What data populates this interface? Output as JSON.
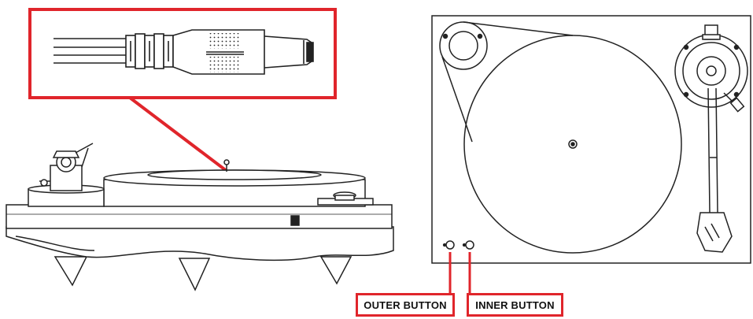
{
  "labels": {
    "outer_button": "OUTER BUTTON",
    "inner_button": "INNER BUTTON"
  },
  "colors": {
    "callout_red": "#e0252b",
    "line_art": "#222222"
  },
  "icons": {
    "cable_plug": "dc-power-plug-icon",
    "turntable_side": "turntable-side-view",
    "turntable_top": "turntable-top-view"
  }
}
